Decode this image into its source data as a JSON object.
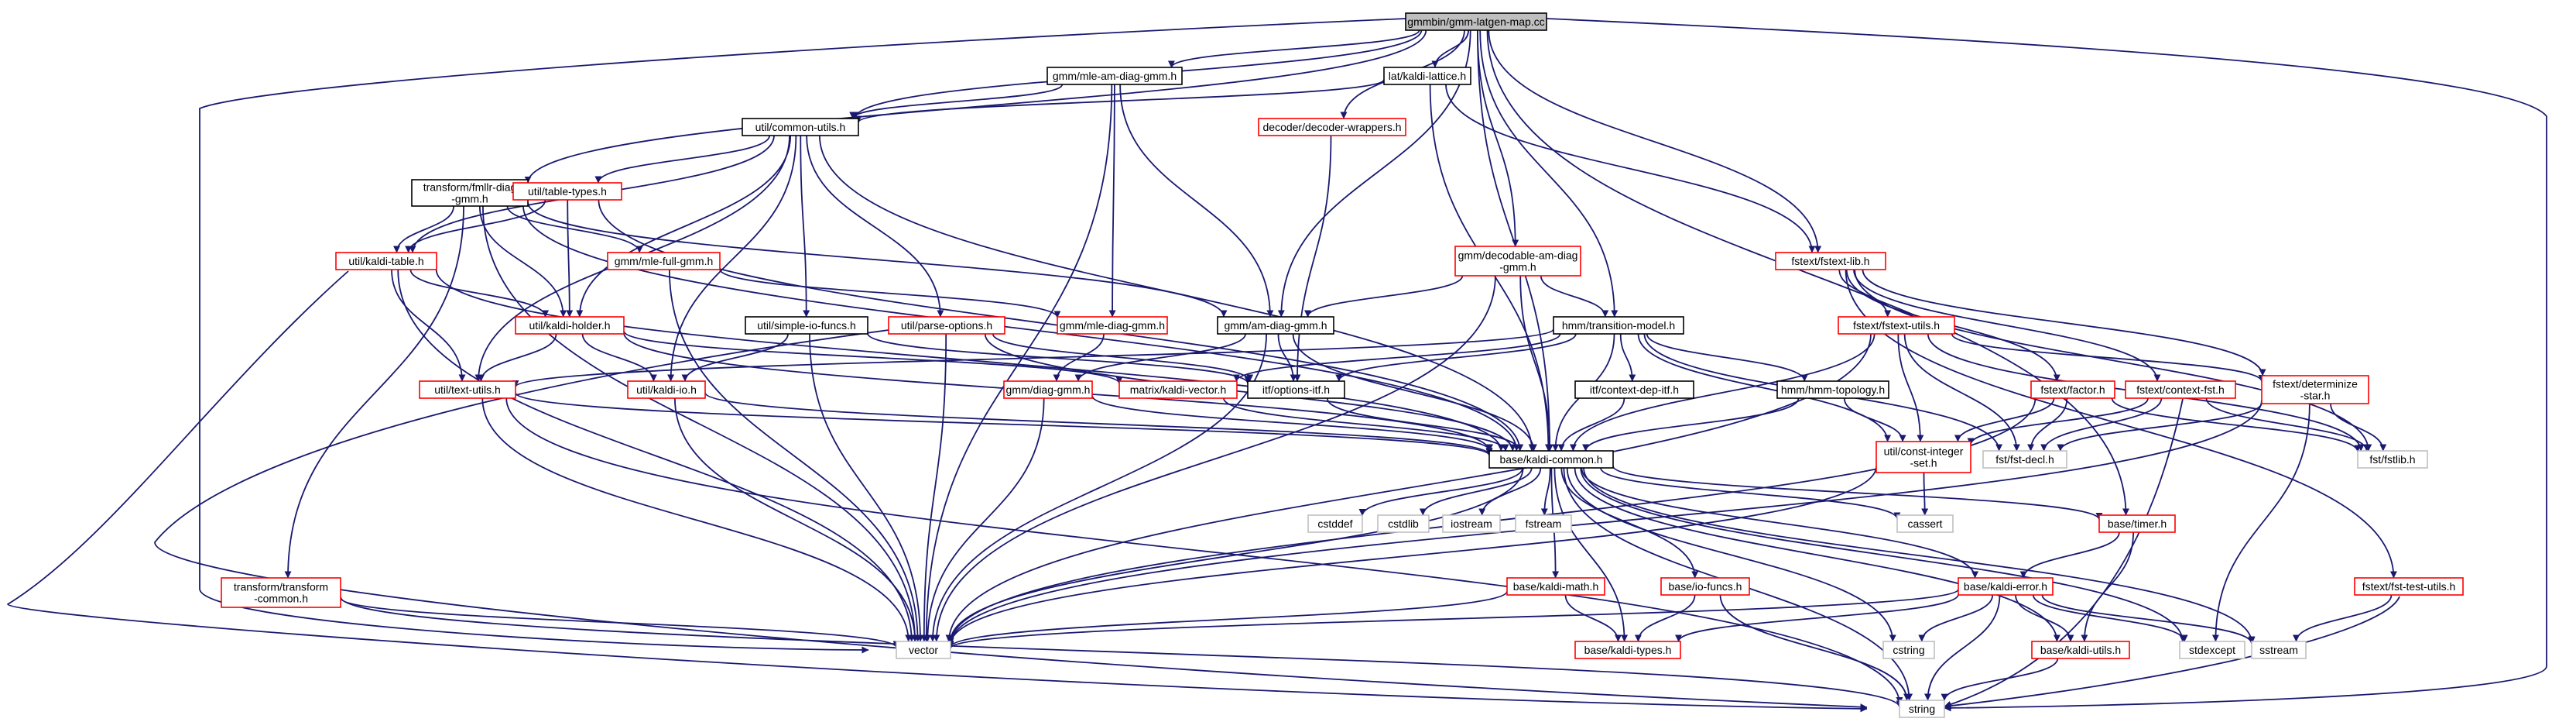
{
  "graph": {
    "title": "gmmbin/gmm-latgen-map.cc",
    "colors": {
      "edge": "#191970",
      "root_fill": "#bfbfbf",
      "normal_border": "#000000",
      "red_border": "#ff0000",
      "system_border": "#bfbfbf"
    },
    "nodes": [
      {
        "id": "root",
        "lines": [
          "gmmbin/gmm-latgen-map.cc"
        ],
        "style": "root"
      },
      {
        "id": "mle_am_diag",
        "lines": [
          "gmm/mle-am-diag-gmm.h"
        ],
        "style": "normal"
      },
      {
        "id": "kaldi_lattice",
        "lines": [
          "lat/kaldi-lattice.h"
        ],
        "style": "normal"
      },
      {
        "id": "common_utils",
        "lines": [
          "util/common-utils.h"
        ],
        "style": "normal"
      },
      {
        "id": "decoder_wrappers",
        "lines": [
          "decoder/decoder-wrappers.h"
        ],
        "style": "red"
      },
      {
        "id": "fmllr_diag",
        "lines": [
          "transform/fmllr-diag",
          "-gmm.h"
        ],
        "style": "normal"
      },
      {
        "id": "table_types",
        "lines": [
          "util/table-types.h"
        ],
        "style": "red"
      },
      {
        "id": "kaldi_table",
        "lines": [
          "util/kaldi-table.h"
        ],
        "style": "red"
      },
      {
        "id": "mle_full_gmm",
        "lines": [
          "gmm/mle-full-gmm.h"
        ],
        "style": "red"
      },
      {
        "id": "decodable_am_diag",
        "lines": [
          "gmm/decodable-am-diag",
          "-gmm.h"
        ],
        "style": "red"
      },
      {
        "id": "fstext_lib",
        "lines": [
          "fstext/fstext-lib.h"
        ],
        "style": "red"
      },
      {
        "id": "kaldi_holder",
        "lines": [
          "util/kaldi-holder.h"
        ],
        "style": "red"
      },
      {
        "id": "simple_io",
        "lines": [
          "util/simple-io-funcs.h"
        ],
        "style": "normal"
      },
      {
        "id": "parse_options",
        "lines": [
          "util/parse-options.h"
        ],
        "style": "red"
      },
      {
        "id": "mle_diag_gmm",
        "lines": [
          "gmm/mle-diag-gmm.h"
        ],
        "style": "red"
      },
      {
        "id": "am_diag_gmm",
        "lines": [
          "gmm/am-diag-gmm.h"
        ],
        "style": "normal"
      },
      {
        "id": "transition_model",
        "lines": [
          "hmm/transition-model.h"
        ],
        "style": "normal"
      },
      {
        "id": "fstext_utils",
        "lines": [
          "fstext/fstext-utils.h"
        ],
        "style": "red"
      },
      {
        "id": "text_utils",
        "lines": [
          "util/text-utils.h"
        ],
        "style": "red"
      },
      {
        "id": "kaldi_io",
        "lines": [
          "util/kaldi-io.h"
        ],
        "style": "red"
      },
      {
        "id": "kaldi_vector",
        "lines": [
          "matrix/kaldi-vector.h"
        ],
        "style": "red"
      },
      {
        "id": "options_itf",
        "lines": [
          "itf/options-itf.h"
        ],
        "style": "normal"
      },
      {
        "id": "diag_gmm",
        "lines": [
          "gmm/diag-gmm.h"
        ],
        "style": "red"
      },
      {
        "id": "context_dep_itf",
        "lines": [
          "itf/context-dep-itf.h"
        ],
        "style": "normal"
      },
      {
        "id": "hmm_topology",
        "lines": [
          "hmm/hmm-topology.h"
        ],
        "style": "normal"
      },
      {
        "id": "factor",
        "lines": [
          "fstext/factor.h"
        ],
        "style": "red"
      },
      {
        "id": "context_fst",
        "lines": [
          "fstext/context-fst.h"
        ],
        "style": "red"
      },
      {
        "id": "determinize_star",
        "lines": [
          "fstext/determinize",
          "-star.h"
        ],
        "style": "red"
      },
      {
        "id": "kaldi_common",
        "lines": [
          "base/kaldi-common.h"
        ],
        "style": "normal"
      },
      {
        "id": "const_integer_set",
        "lines": [
          "util/const-integer",
          "-set.h"
        ],
        "style": "red"
      },
      {
        "id": "fst_decl",
        "lines": [
          "fst/fst-decl.h"
        ],
        "style": "system"
      },
      {
        "id": "fstlib",
        "lines": [
          "fst/fstlib.h"
        ],
        "style": "system"
      },
      {
        "id": "cstddef",
        "lines": [
          "cstddef"
        ],
        "style": "system"
      },
      {
        "id": "cstdlib",
        "lines": [
          "cstdlib"
        ],
        "style": "system"
      },
      {
        "id": "iostream",
        "lines": [
          "iostream"
        ],
        "style": "system"
      },
      {
        "id": "fstream",
        "lines": [
          "fstream"
        ],
        "style": "system"
      },
      {
        "id": "cassert",
        "lines": [
          "cassert"
        ],
        "style": "system"
      },
      {
        "id": "timer",
        "lines": [
          "base/timer.h"
        ],
        "style": "red"
      },
      {
        "id": "transform_common",
        "lines": [
          "transform/transform",
          "-common.h"
        ],
        "style": "red"
      },
      {
        "id": "kaldi_math",
        "lines": [
          "base/kaldi-math.h"
        ],
        "style": "red"
      },
      {
        "id": "io_funcs",
        "lines": [
          "base/io-funcs.h"
        ],
        "style": "red"
      },
      {
        "id": "kaldi_error",
        "lines": [
          "base/kaldi-error.h"
        ],
        "style": "red"
      },
      {
        "id": "fst_test_utils",
        "lines": [
          "fstext/fst-test-utils.h"
        ],
        "style": "red"
      },
      {
        "id": "vector",
        "lines": [
          "vector"
        ],
        "style": "system"
      },
      {
        "id": "kaldi_types",
        "lines": [
          "base/kaldi-types.h"
        ],
        "style": "red"
      },
      {
        "id": "cstring",
        "lines": [
          "cstring"
        ],
        "style": "system"
      },
      {
        "id": "kaldi_utils",
        "lines": [
          "base/kaldi-utils.h"
        ],
        "style": "red"
      },
      {
        "id": "stdexcept",
        "lines": [
          "stdexcept"
        ],
        "style": "system"
      },
      {
        "id": "sstream",
        "lines": [
          "sstream"
        ],
        "style": "system"
      },
      {
        "id": "string",
        "lines": [
          "string"
        ],
        "style": "system"
      }
    ],
    "edges": [
      [
        "root",
        "mle_am_diag"
      ],
      [
        "root",
        "kaldi_lattice"
      ],
      [
        "root",
        "common_utils"
      ],
      [
        "root",
        "decoder_wrappers"
      ],
      [
        "root",
        "fmllr_diag"
      ],
      [
        "root",
        "decodable_am_diag"
      ],
      [
        "root",
        "fstext_lib"
      ],
      [
        "root",
        "am_diag_gmm"
      ],
      [
        "root",
        "transition_model"
      ],
      [
        "root",
        "kaldi_common"
      ],
      [
        "root",
        "timer"
      ],
      [
        "root",
        "vector"
      ],
      [
        "root",
        "string"
      ],
      [
        "mle_am_diag",
        "common_utils"
      ],
      [
        "mle_am_diag",
        "mle_diag_gmm"
      ],
      [
        "mle_am_diag",
        "am_diag_gmm"
      ],
      [
        "mle_am_diag",
        "vector"
      ],
      [
        "kaldi_lattice",
        "common_utils"
      ],
      [
        "kaldi_lattice",
        "fstext_lib"
      ],
      [
        "kaldi_lattice",
        "kaldi_common"
      ],
      [
        "decoder_wrappers",
        "options_itf"
      ],
      [
        "common_utils",
        "table_types"
      ],
      [
        "common_utils",
        "kaldi_table"
      ],
      [
        "common_utils",
        "kaldi_holder"
      ],
      [
        "common_utils",
        "simple_io"
      ],
      [
        "common_utils",
        "parse_options"
      ],
      [
        "common_utils",
        "kaldi_io"
      ],
      [
        "common_utils",
        "text_utils"
      ],
      [
        "common_utils",
        "kaldi_common"
      ],
      [
        "fmllr_diag",
        "kaldi_table"
      ],
      [
        "fmllr_diag",
        "kaldi_holder"
      ],
      [
        "fmllr_diag",
        "mle_full_gmm"
      ],
      [
        "fmllr_diag",
        "am_diag_gmm"
      ],
      [
        "fmllr_diag",
        "transform_common"
      ],
      [
        "fmllr_diag",
        "kaldi_common"
      ],
      [
        "fmllr_diag",
        "vector"
      ],
      [
        "table_types",
        "kaldi_table"
      ],
      [
        "table_types",
        "kaldi_holder"
      ],
      [
        "table_types",
        "kaldi_common"
      ],
      [
        "kaldi_table",
        "kaldi_holder"
      ],
      [
        "kaldi_table",
        "text_utils"
      ],
      [
        "kaldi_table",
        "kaldi_common"
      ],
      [
        "kaldi_table",
        "vector"
      ],
      [
        "kaldi_table",
        "string"
      ],
      [
        "mle_full_gmm",
        "mle_diag_gmm"
      ],
      [
        "mle_full_gmm",
        "vector"
      ],
      [
        "decodable_am_diag",
        "am_diag_gmm"
      ],
      [
        "decodable_am_diag",
        "transition_model"
      ],
      [
        "decodable_am_diag",
        "kaldi_common"
      ],
      [
        "decodable_am_diag",
        "vector"
      ],
      [
        "fstext_lib",
        "fstext_utils"
      ],
      [
        "fstext_lib",
        "factor"
      ],
      [
        "fstext_lib",
        "context_fst"
      ],
      [
        "fstext_lib",
        "determinize_star"
      ],
      [
        "fstext_lib",
        "fstlib"
      ],
      [
        "fstext_lib",
        "fst_test_utils"
      ],
      [
        "kaldi_holder",
        "kaldi_io"
      ],
      [
        "kaldi_holder",
        "text_utils"
      ],
      [
        "kaldi_holder",
        "kaldi_common"
      ],
      [
        "kaldi_holder",
        "kaldi_vector"
      ],
      [
        "simple_io",
        "kaldi_io"
      ],
      [
        "simple_io",
        "options_itf"
      ],
      [
        "simple_io",
        "vector"
      ],
      [
        "parse_options",
        "options_itf"
      ],
      [
        "parse_options",
        "kaldi_common"
      ],
      [
        "parse_options",
        "vector"
      ],
      [
        "parse_options",
        "string"
      ],
      [
        "mle_diag_gmm",
        "diag_gmm"
      ],
      [
        "am_diag_gmm",
        "diag_gmm"
      ],
      [
        "am_diag_gmm",
        "options_itf"
      ],
      [
        "am_diag_gmm",
        "kaldi_common"
      ],
      [
        "am_diag_gmm",
        "vector"
      ],
      [
        "transition_model",
        "context_dep_itf"
      ],
      [
        "transition_model",
        "hmm_topology"
      ],
      [
        "transition_model",
        "kaldi_common"
      ],
      [
        "transition_model",
        "const_integer_set"
      ],
      [
        "transition_model",
        "fst_decl"
      ],
      [
        "transition_model",
        "text_utils"
      ],
      [
        "transition_model",
        "kaldi_vector"
      ],
      [
        "transition_model",
        "options_itf"
      ],
      [
        "fstext_utils",
        "kaldi_common"
      ],
      [
        "fstext_utils",
        "const_integer_set"
      ],
      [
        "fstext_utils",
        "fst_decl"
      ],
      [
        "fstext_utils",
        "fstlib"
      ],
      [
        "fstext_utils",
        "determinize_star"
      ],
      [
        "fstext_utils",
        "vector"
      ],
      [
        "text_utils",
        "kaldi_common"
      ],
      [
        "text_utils",
        "vector"
      ],
      [
        "text_utils",
        "string"
      ],
      [
        "kaldi_io",
        "kaldi_common"
      ],
      [
        "kaldi_io",
        "vector"
      ],
      [
        "kaldi_vector",
        "kaldi_common"
      ],
      [
        "options_itf",
        "kaldi_common"
      ],
      [
        "diag_gmm",
        "kaldi_common"
      ],
      [
        "diag_gmm",
        "vector"
      ],
      [
        "context_dep_itf",
        "kaldi_common"
      ],
      [
        "hmm_topology",
        "kaldi_common"
      ],
      [
        "hmm_topology",
        "const_integer_set"
      ],
      [
        "factor",
        "fst_decl"
      ],
      [
        "factor",
        "fstlib"
      ],
      [
        "factor",
        "const_integer_set"
      ],
      [
        "factor",
        "vector"
      ],
      [
        "context_fst",
        "fst_decl"
      ],
      [
        "context_fst",
        "fstlib"
      ],
      [
        "context_fst",
        "const_integer_set"
      ],
      [
        "context_fst",
        "string"
      ],
      [
        "determinize_star",
        "fstlib"
      ],
      [
        "determinize_star",
        "fst_decl"
      ],
      [
        "determinize_star",
        "vector"
      ],
      [
        "determinize_star",
        "stdexcept"
      ],
      [
        "kaldi_common",
        "cstddef"
      ],
      [
        "kaldi_common",
        "cstdlib"
      ],
      [
        "kaldi_common",
        "iostream"
      ],
      [
        "kaldi_common",
        "fstream"
      ],
      [
        "kaldi_common",
        "cassert"
      ],
      [
        "kaldi_common",
        "kaldi_math"
      ],
      [
        "kaldi_common",
        "io_funcs"
      ],
      [
        "kaldi_common",
        "kaldi_types"
      ],
      [
        "kaldi_common",
        "timer"
      ],
      [
        "kaldi_common",
        "kaldi_error"
      ],
      [
        "kaldi_common",
        "kaldi_utils"
      ],
      [
        "kaldi_common",
        "stdexcept"
      ],
      [
        "kaldi_common",
        "sstream"
      ],
      [
        "kaldi_common",
        "cstring"
      ],
      [
        "kaldi_common",
        "string"
      ],
      [
        "kaldi_common",
        "vector"
      ],
      [
        "const_integer_set",
        "cassert"
      ],
      [
        "const_integer_set",
        "vector"
      ],
      [
        "timer",
        "kaldi_error"
      ],
      [
        "timer",
        "kaldi_utils"
      ],
      [
        "transform_common",
        "vector"
      ],
      [
        "transform_common",
        "string"
      ],
      [
        "kaldi_math",
        "kaldi_types"
      ],
      [
        "kaldi_math",
        "vector"
      ],
      [
        "io_funcs",
        "kaldi_types"
      ],
      [
        "io_funcs",
        "string"
      ],
      [
        "kaldi_error",
        "kaldi_types"
      ],
      [
        "kaldi_error",
        "kaldi_utils"
      ],
      [
        "kaldi_error",
        "cstring"
      ],
      [
        "kaldi_error",
        "stdexcept"
      ],
      [
        "kaldi_error",
        "sstream"
      ],
      [
        "kaldi_error",
        "string"
      ],
      [
        "kaldi_error",
        "vector"
      ],
      [
        "fst_test_utils",
        "sstream"
      ],
      [
        "fst_test_utils",
        "string"
      ],
      [
        "kaldi_utils",
        "string"
      ]
    ]
  }
}
